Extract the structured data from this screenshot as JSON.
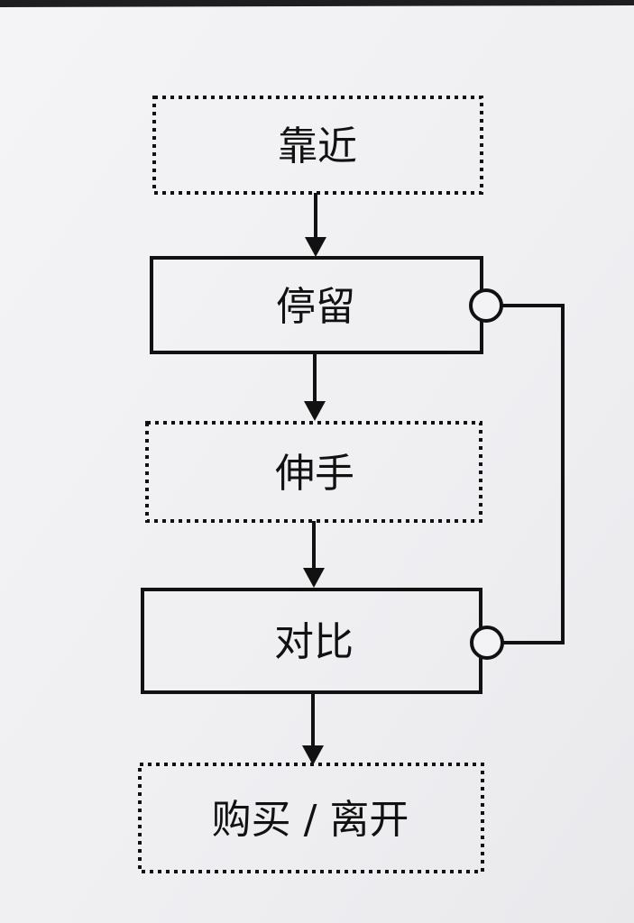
{
  "diagram": {
    "nodes": [
      {
        "id": "approach",
        "label": "靠近",
        "style": "dotted"
      },
      {
        "id": "stay",
        "label": "停留",
        "style": "solid"
      },
      {
        "id": "reach",
        "label": "伸手",
        "style": "dotted"
      },
      {
        "id": "compare",
        "label": "对比",
        "style": "solid"
      },
      {
        "id": "buy-leave",
        "label": "购买 / 离开",
        "style": "dotted"
      }
    ],
    "edges": [
      {
        "from": "approach",
        "to": "stay",
        "type": "arrow"
      },
      {
        "from": "stay",
        "to": "reach",
        "type": "arrow"
      },
      {
        "from": "reach",
        "to": "compare",
        "type": "arrow"
      },
      {
        "from": "compare",
        "to": "buy-leave",
        "type": "arrow"
      },
      {
        "from": "stay",
        "to": "compare",
        "type": "circle-connector"
      }
    ]
  },
  "colors": {
    "paper": "#f3f3f5",
    "ink": "#111111"
  }
}
